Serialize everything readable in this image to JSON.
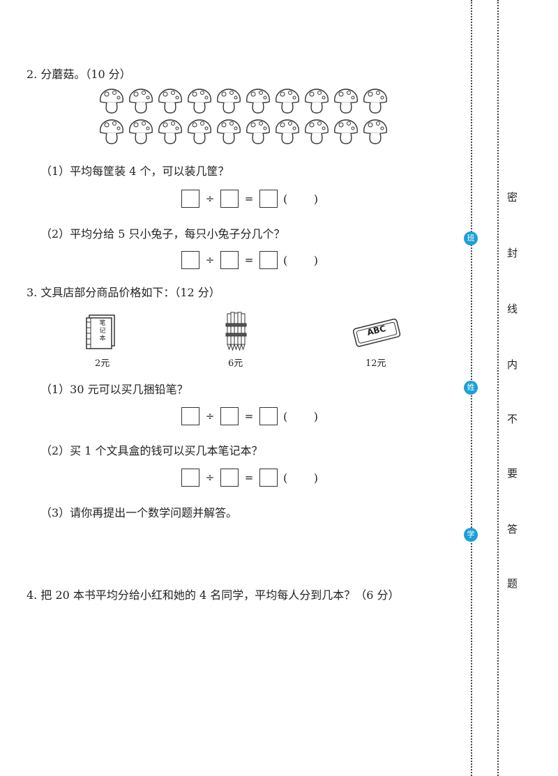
{
  "q2": {
    "title": "2. 分蘑菇。（10 分）",
    "part1": "（1）平均每筐装 4 个，可以装几筐？",
    "part2": "（2）平均分给 5 只小兔子，每只小兔子分几个？"
  },
  "q3": {
    "title": "3. 文具店部分商品价格如下：（12 分）",
    "items": [
      {
        "icon": "notebook-icon",
        "label": "笔记本",
        "price": "2元"
      },
      {
        "icon": "pencil-bundle-icon",
        "price": "6元"
      },
      {
        "icon": "pencil-case-icon",
        "label": "ABC",
        "price": "12元"
      }
    ],
    "part1": "（1）30 元可以买几捆铅笔？",
    "part2": "（2）买 1 个文具盒的钱可以买几本笔记本？",
    "part3": "（3）请你再提出一个数学问题并解答。"
  },
  "q4": {
    "title": "4. 把 20 本书平均分给小红和她的 4 名同学，平均每人分到几本？（6 分）"
  },
  "equation": {
    "div": "÷",
    "eq": "=",
    "lparen": "(",
    "rparen": ")"
  },
  "mushroom_rows": [
    10,
    10
  ],
  "margin": {
    "chars": [
      "密",
      "封",
      "线",
      "内",
      "不",
      "要",
      "答",
      "题"
    ],
    "dots": [
      "班",
      "姓",
      "学"
    ]
  }
}
